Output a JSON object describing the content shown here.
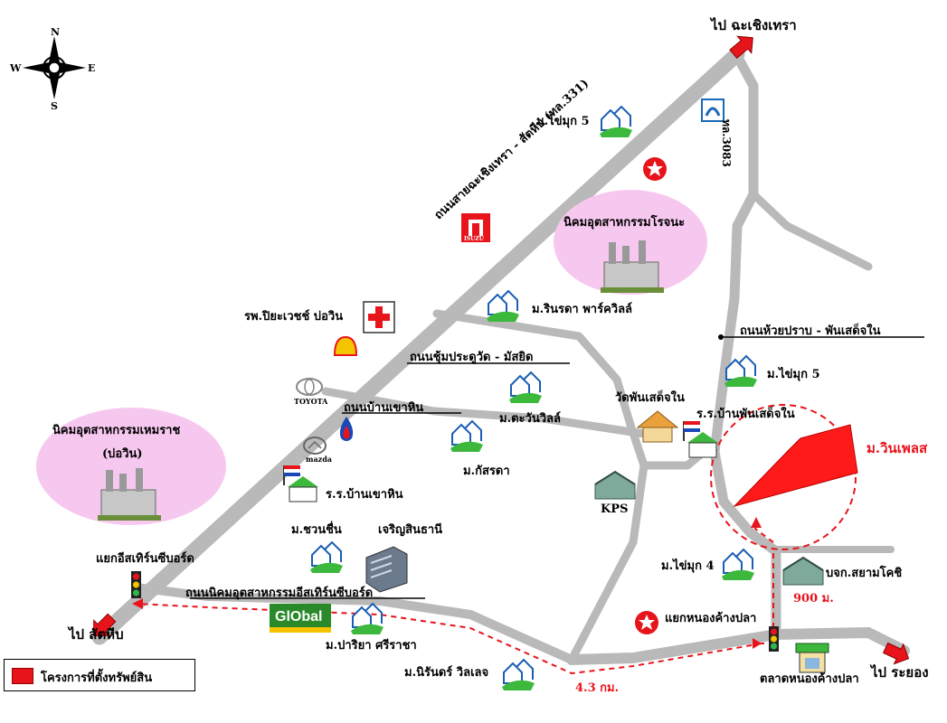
{
  "compass": {
    "n": "N",
    "s": "S",
    "e": "E",
    "w": "W"
  },
  "destinations": {
    "chachoengsao": "ไป ฉะเชิงเทรา",
    "sattahip": "ไป สัตหีบ",
    "rayong": "ไป ระยอง"
  },
  "roads": {
    "main_highway": "ถนนสายฉะเชิงเทรา - สัตหีบ (ทล.331)",
    "route_3083": "ทล.3083",
    "huai_prap": "ถนนห้วยปราบ - พันเสด็จใน",
    "chum_pradu": "ถนนชุ้มประดูวัด - มัสยิด",
    "ban_khao_hin": "ถนนบ้านเขาหิน",
    "eastern_seaboard": "ถนนนิคมอุตสาหกรรมอีสเทิร์นซีบอร์ด"
  },
  "industrial_estates": {
    "rojana": "นิคมอุตสาหกรรมโรจนะ",
    "hemaraj_line1": "นิคมอุตสาหกรรมเหมราช",
    "hemaraj_line2": "(บ่อวิน)"
  },
  "places": {
    "khaimuk5_top": "ม.ไข่มุก 5",
    "rinrada": "ม.รินรดา พาร์ควิลล์",
    "hospital": "รพ.ปิยะเวชช์ บ่อวิน",
    "toyota": "TOYOTA",
    "mazda": "mazda",
    "isuzu": "ISUZU",
    "takwan": "ม.ตะวันวิลล์",
    "kasada": "ม.กัสรดา",
    "school_khaohin": "ร.ร.บ้านเขาหิน",
    "wat_phansadet": "วัดพันเสด็จใน",
    "school_phansadet": "ร.ร.บ้านพันเสด็จใน",
    "khaimuk5_right": "ม.ไข่มุก 5",
    "kps": "KPS",
    "chuanchuen": "ม.ชวนชื่น",
    "charoensin": "เจริญสินธานี",
    "khaimuk4": "ม.ไข่มุก 4",
    "siam_kochi": "บจก.สยามโคชิ",
    "global": "GlObal",
    "pariya": "ม.ปาริยา ศรีราชา",
    "nirun": "ม.นิรันดร์ วิลเลจ",
    "market": "ตลาดหนองค้างปลา",
    "junction_nongkhangpla": "แยกหนองค้างปลา",
    "junction_eastern": "แยกอีสเทิร์นซีบอร์ด",
    "property_project": "ม.วินเพลส"
  },
  "distances": {
    "d900": "900 ม.",
    "d43": "4.3 กม."
  },
  "legend": {
    "label": "โครงการที่ตั้งทรัพย์สิน"
  },
  "colors": {
    "road": "#b9b9b9",
    "property": "#ff1a1a",
    "route": "#e8141c",
    "estate_bg": "#f7c8ef",
    "arrow": "#e8141c"
  }
}
